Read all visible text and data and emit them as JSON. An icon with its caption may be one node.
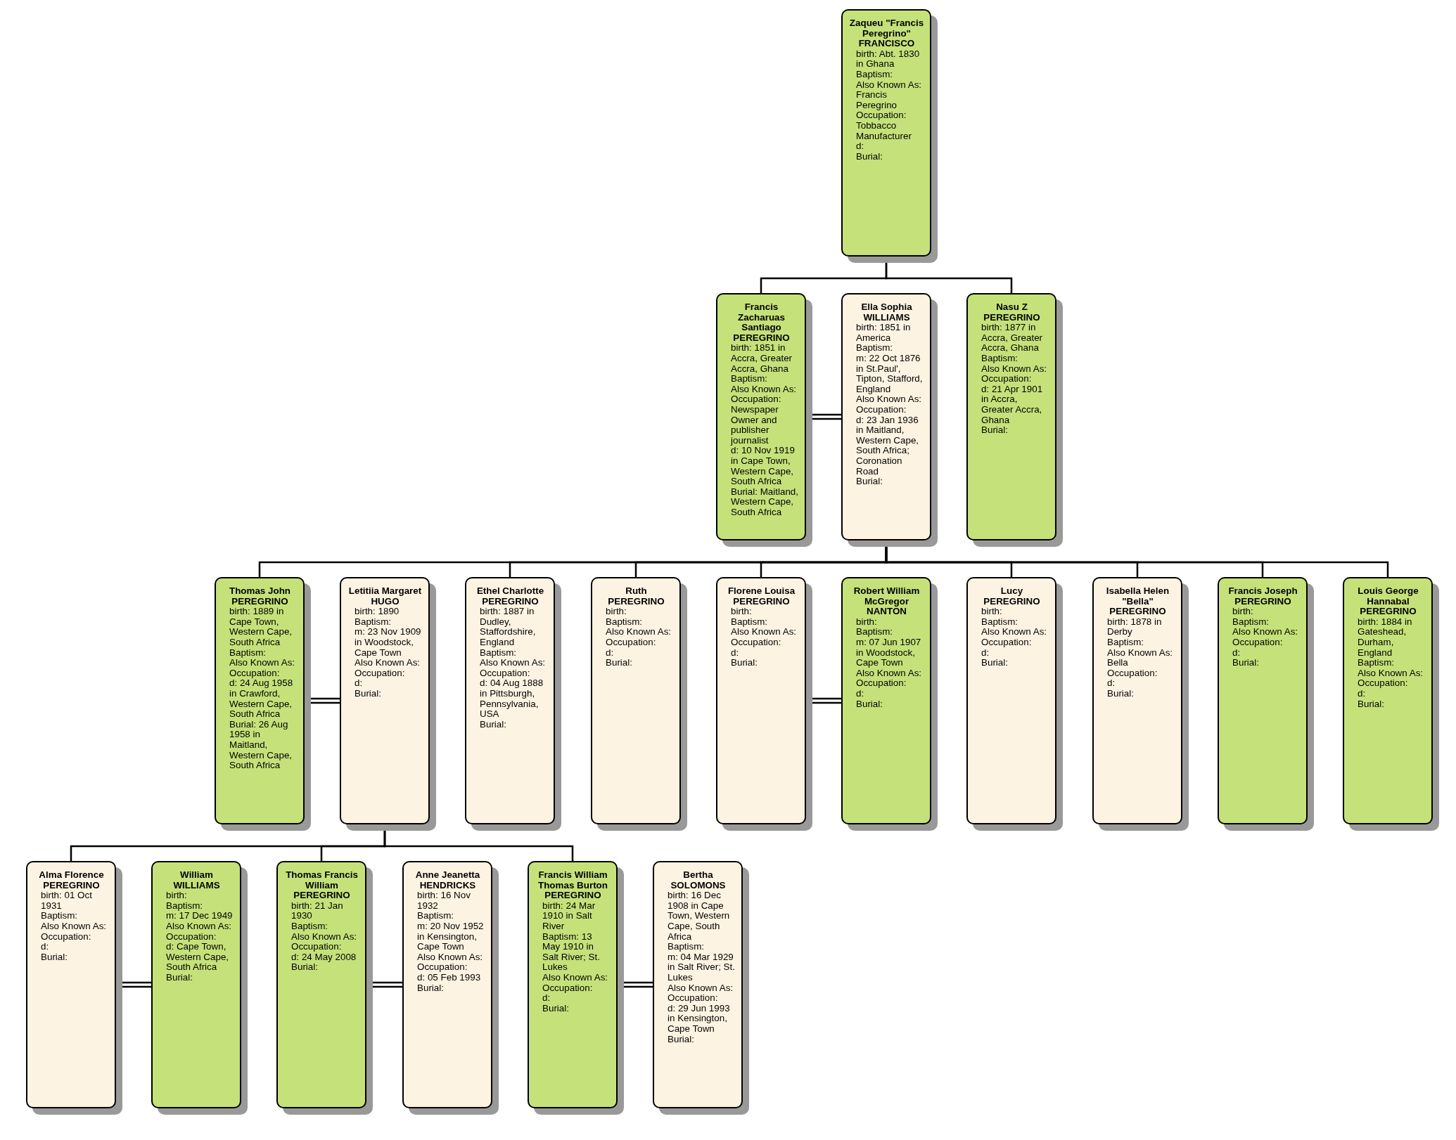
{
  "diagram": {
    "nodes": [
      {
        "text": [
          "Zaqueu \"Francis Peregrino\" FRANCISCO",
          "birth: Abt. 1830 in Ghana",
          "Baptism:",
          "Also Known As: Francis Peregrino",
          "Occupation: Tobbacco Manufacturer",
          "d:",
          "Burial:"
        ]
      },
      {
        "text": [
          "Francis Zacharuas Santiago PEREGRINO",
          "birth: 1851 in Accra, Greater Accra, Ghana",
          "Baptism:",
          "Also Known As:",
          "Occupation: Newspaper Owner and publisher journalist",
          "d: 10 Nov 1919 in Cape Town, Western Cape, South Africa",
          "Burial: Maitland, Western Cape, South Africa"
        ]
      },
      {
        "text": [
          "Ella Sophia WILLIAMS",
          "birth: 1851 in America",
          "Baptism:",
          "m: 22 Oct 1876 in St.Paul', Tipton, Stafford, England",
          "Also Known As:",
          "Occupation:",
          "d: 23 Jan 1936 in Maitland, Western Cape, South Africa; Coronation Road",
          "Burial:"
        ]
      },
      {
        "text": [
          "Nasu Z PEREGRINO",
          "birth: 1877 in Accra, Greater Accra, Ghana",
          "Baptism:",
          "Also Known As:",
          "Occupation:",
          "d: 21 Apr 1901 in Accra, Greater Accra, Ghana",
          "Burial:"
        ]
      },
      {
        "text": [
          "Thomas John PEREGRINO",
          "birth: 1889 in Cape Town, Western Cape, South Africa",
          "Baptism:",
          "Also Known As:",
          "Occupation:",
          "d: 24 Aug 1958 in Crawford, Western Cape, South Africa",
          "Burial: 26 Aug 1958 in Maitland, Western Cape, South Africa"
        ]
      },
      {
        "text": [
          "Letitiia Margaret HUGO",
          "birth: 1890",
          "Baptism:",
          "m: 23 Nov 1909 in Woodstock, Cape Town",
          "Also Known As:",
          "Occupation:",
          "d:",
          "Burial:"
        ]
      },
      {
        "text": [
          "Ethel Charlotte PEREGRINO",
          "birth: 1887 in Dudley, Staffordshire, England",
          "Baptism:",
          "Also Known As:",
          "Occupation:",
          "d: 04 Aug 1888 in Pittsburgh, Pennsylvania, USA",
          "Burial:"
        ]
      },
      {
        "text": [
          "Ruth PEREGRINO",
          "birth:",
          "Baptism:",
          "Also Known As:",
          "Occupation:",
          "d:",
          "Burial:"
        ]
      },
      {
        "text": [
          "Florene Louisa PEREGRINO",
          "birth:",
          "Baptism:",
          "Also Known As:",
          "Occupation:",
          "d:",
          "Burial:"
        ]
      },
      {
        "text": [
          "Robert William McGregor NANTON",
          "birth:",
          "Baptism:",
          "m: 07 Jun 1907 in Woodstock, Cape Town",
          "Also Known As:",
          "Occupation:",
          "d:",
          "Burial:"
        ]
      },
      {
        "text": [
          "Lucy PEREGRINO",
          "birth:",
          "Baptism:",
          "Also Known As:",
          "Occupation:",
          "d:",
          "Burial:"
        ]
      },
      {
        "text": [
          "Isabella Helen \"Bella\" PEREGRINO",
          "birth: 1878 in Derby",
          "Baptism:",
          "Also Known As: Bella",
          "Occupation:",
          "d:",
          "Burial:"
        ]
      },
      {
        "text": [
          "Francis Joseph PEREGRINO",
          "birth:",
          "Baptism:",
          "Also Known As:",
          "Occupation:",
          "d:",
          "Burial:"
        ]
      },
      {
        "text": [
          "Louis George Hannabal PEREGRINO",
          "birth: 1884 in Gateshead, Durham, England",
          "Baptism:",
          "Also Known As:",
          "Occupation:",
          "d:",
          "Burial:"
        ]
      },
      {
        "text": [
          "Alma Florence PEREGRINO",
          "birth: 01 Oct 1931",
          "Baptism:",
          "Also Known As:",
          "Occupation:",
          "d:",
          "Burial:"
        ]
      },
      {
        "text": [
          "William WILLIAMS",
          "birth:",
          "Baptism:",
          "m: 17 Dec 1949",
          "Also Known As:",
          "Occupation:",
          "d: Cape Town, Western Cape, South Africa",
          "Burial:"
        ]
      },
      {
        "text": [
          "Thomas Francis William PEREGRINO",
          "birth: 21 Jan 1930",
          "Baptism:",
          "Also Known As:",
          "Occupation:",
          "d: 24 May 2008",
          "Burial:"
        ]
      },
      {
        "text": [
          "Anne Jeanetta HENDRICKS",
          "birth: 16 Nov 1932",
          "Baptism:",
          "m: 20 Nov 1952 in Kensington, Cape Town",
          "Also Known As:",
          "Occupation:",
          "d: 05 Feb 1993",
          "Burial:"
        ]
      },
      {
        "text": [
          "Francis William Thomas Burton PEREGRINO",
          "birth: 24 Mar 1910 in Salt River",
          "Baptism: 13 May 1910 in Salt River; St. Lukes",
          "Also Known As:",
          "Occupation:",
          "d:",
          "Burial:"
        ]
      },
      {
        "text": [
          "Bertha SOLOMONS",
          "birth: 16 Dec 1908 in Cape Town, Western Cape, South Africa",
          "Baptism:",
          "m: 04 Mar 1929 in Salt River; St. Lukes",
          "Also Known As:",
          "Occupation:",
          "d: 29 Jun 1993 in Kensington, Cape Town",
          "Burial:"
        ]
      }
    ],
    "edges": [
      {
        "from": 0,
        "to": 1,
        "arrow": "none"
      },
      {
        "from": 0,
        "to": 3,
        "arrow": "none"
      },
      {
        "from": 1,
        "to": 2,
        "arrow": "none"
      },
      {
        "from": 2,
        "to": 4,
        "arrow": "none"
      },
      {
        "from": 2,
        "to": 6,
        "arrow": "none"
      },
      {
        "from": 2,
        "to": 7,
        "arrow": "none"
      },
      {
        "from": 2,
        "to": 8,
        "arrow": "none"
      },
      {
        "from": 2,
        "to": 10,
        "arrow": "none"
      },
      {
        "from": 2,
        "to": 11,
        "arrow": "none"
      },
      {
        "from": 2,
        "to": 12,
        "arrow": "none"
      },
      {
        "from": 2,
        "to": 13,
        "arrow": "none"
      },
      {
        "from": 4,
        "to": 5,
        "arrow": "none"
      },
      {
        "from": 8,
        "to": 9,
        "arrow": "none"
      },
      {
        "from": 5,
        "to": 14,
        "arrow": "none"
      },
      {
        "from": 5,
        "to": 16,
        "arrow": "none"
      },
      {
        "from": 5,
        "to": 18,
        "arrow": "none"
      },
      {
        "from": 14,
        "to": 15,
        "arrow": "none"
      },
      {
        "from": 16,
        "to": 17,
        "arrow": "none"
      },
      {
        "from": 18,
        "to": 19,
        "arrow": "none"
      }
    ]
  }
}
